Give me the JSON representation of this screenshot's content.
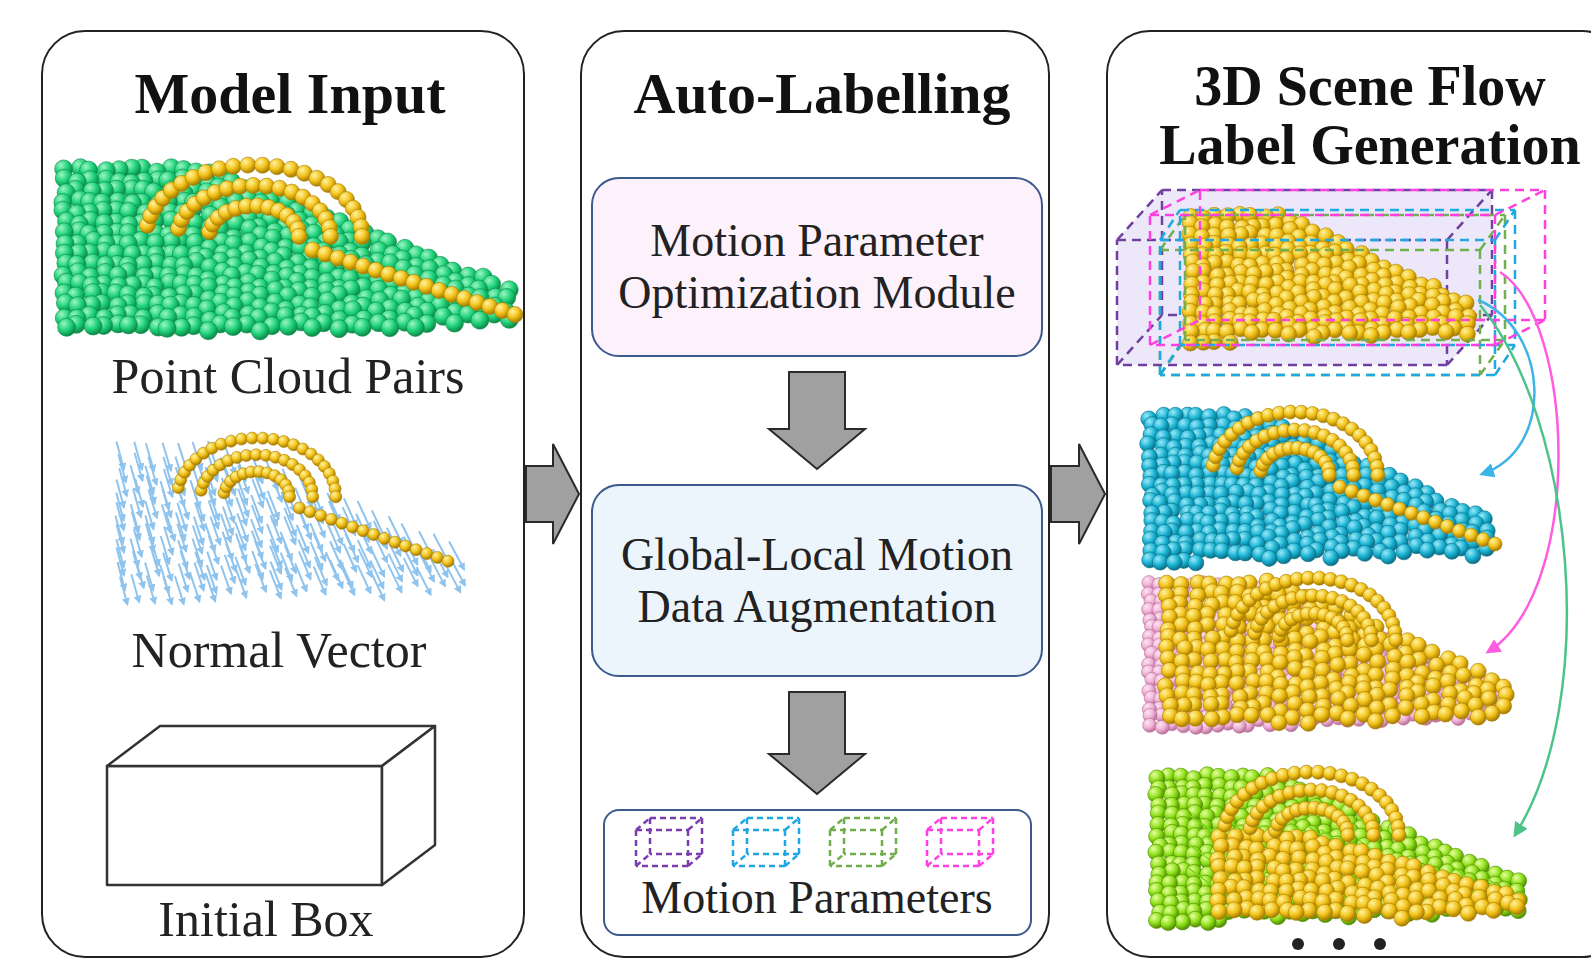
{
  "diagram": {
    "nodes": [
      {
        "text": [
          "Model Input"
        ]
      },
      {
        "text": [
          "Auto-Labelling"
        ]
      },
      {
        "text": [
          "Motion Parameter Optimization Module"
        ],
        "in": 1
      },
      {
        "text": [
          "Global-Local Motion Data Augmentation"
        ],
        "in": 1
      },
      {
        "text": [
          "Motion Parameters"
        ],
        "in": 1
      },
      {
        "text": [
          "3D Scene Flow Label Generation"
        ]
      }
    ],
    "edges": [
      {
        "from": 0,
        "to": 1,
        "arrow": "to"
      },
      {
        "from": 2,
        "to": 3,
        "arrow": "to"
      },
      {
        "from": 3,
        "to": 4,
        "arrow": "to"
      },
      {
        "from": 1,
        "to": 5,
        "arrow": "to"
      }
    ],
    "labels": [
      "Point Cloud Pairs",
      "Normal Vector",
      "Initial Box"
    ]
  }
}
